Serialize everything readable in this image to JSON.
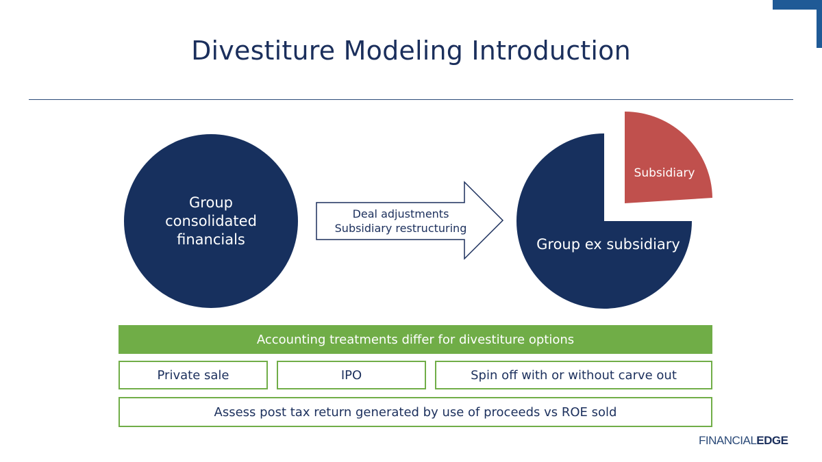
{
  "slide": {
    "title": "Divestiture Modeling Introduction"
  },
  "diagram": {
    "left_circle_lines": [
      "Group",
      "consolidated",
      "financials"
    ],
    "arrow_lines": [
      "Deal adjustments",
      "Subsidiary restructuring"
    ],
    "pie": {
      "main_label": "Group ex subsidiary",
      "slice_label": "Subsidiary",
      "main_color": "#17305e",
      "slice_color": "#c0504d"
    }
  },
  "treatments": {
    "header": "Accounting treatments differ for divestiture options",
    "options": [
      "Private sale",
      "IPO",
      "Spin off with or without carve out"
    ],
    "assessment": "Assess post tax return generated by use of proceeds vs ROE sold",
    "header_color": "#70ad47"
  },
  "brand": {
    "light": "FINANCIAL",
    "bold": "EDGE"
  }
}
